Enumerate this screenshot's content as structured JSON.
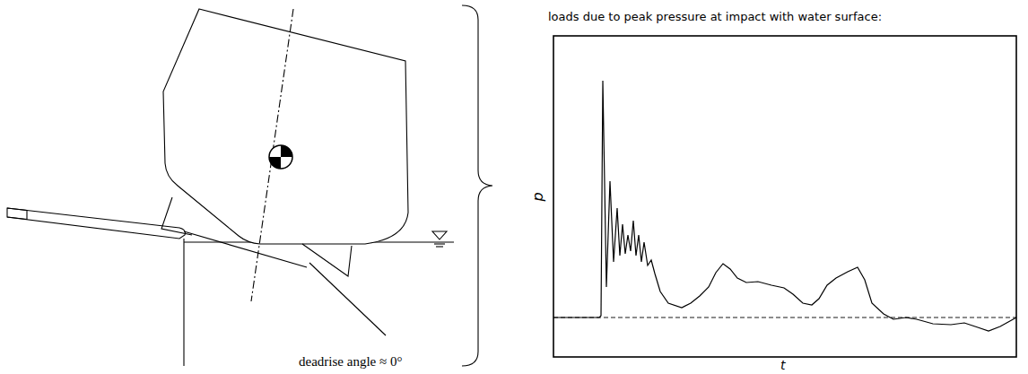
{
  "diagram": {
    "labels": [
      "deadrise angle ≈ 0°",
      "loads due to peak pressure at impact with water surface:",
      "p",
      "t"
    ]
  }
}
